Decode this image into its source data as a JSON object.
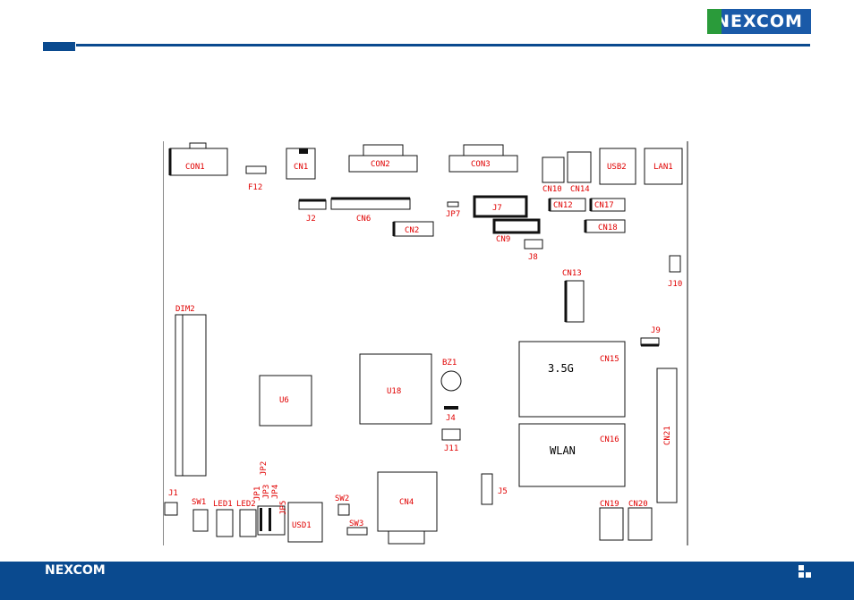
{
  "brand": {
    "name": "NEXCOM",
    "primary_color": "#0a4a8f",
    "secondary_color": "#2a9b3a"
  },
  "labels": {
    "con1": "CON1",
    "f12": "F12",
    "cn1": "CN1",
    "con2": "CON2",
    "con3": "CON3",
    "cn10": "CN10",
    "cn14": "CN14",
    "usb2": "USB2",
    "lan1": "LAN1",
    "j2": "J2",
    "cn6": "CN6",
    "jp7": "JP7",
    "j7": "J7",
    "cn12": "CN12",
    "cn17": "CN17",
    "cn2": "CN2",
    "cn9": "CN9",
    "cn18": "CN18",
    "j8": "J8",
    "j10": "J10",
    "cn13": "CN13",
    "dim2": "DIM2",
    "j9": "J9",
    "bz1": "BZ1",
    "cn15": "CN15",
    "g35": "3.5G",
    "u6": "U6",
    "u18": "U18",
    "j4": "J4",
    "cn16": "CN16",
    "cn21": "CN21",
    "j11": "J11",
    "wlan": "WLAN",
    "jp2": "JP2",
    "jp1": "JP1",
    "jp3": "JP3",
    "jp4": "JP4",
    "jp5": "JP5",
    "j1": "J1",
    "sw1": "SW1",
    "led1": "LED1",
    "led2": "LED2",
    "sw2": "SW2",
    "cn4": "CN4",
    "j5": "J5",
    "cn19": "CN19",
    "cn20": "CN20",
    "usd1": "USD1",
    "sw3": "SW3"
  }
}
